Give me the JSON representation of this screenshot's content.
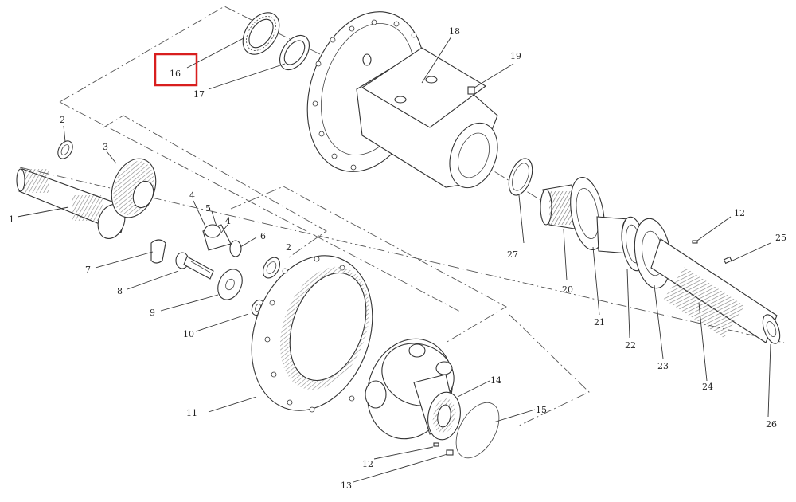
{
  "diagram": {
    "highlight_color": "#d81e1e",
    "highlighted_part": "16",
    "parts": [
      {
        "id": "p1",
        "label": "1"
      },
      {
        "id": "p2a",
        "label": "2"
      },
      {
        "id": "p2b",
        "label": "2"
      },
      {
        "id": "p3",
        "label": "3"
      },
      {
        "id": "p4a",
        "label": "4"
      },
      {
        "id": "p4b",
        "label": "4"
      },
      {
        "id": "p5",
        "label": "5"
      },
      {
        "id": "p6",
        "label": "6"
      },
      {
        "id": "p7",
        "label": "7"
      },
      {
        "id": "p8",
        "label": "8"
      },
      {
        "id": "p9",
        "label": "9"
      },
      {
        "id": "p10",
        "label": "10"
      },
      {
        "id": "p11",
        "label": "11"
      },
      {
        "id": "p12a",
        "label": "12"
      },
      {
        "id": "p12b",
        "label": "12"
      },
      {
        "id": "p13",
        "label": "13"
      },
      {
        "id": "p14",
        "label": "14"
      },
      {
        "id": "p15",
        "label": "15"
      },
      {
        "id": "p16",
        "label": "16"
      },
      {
        "id": "p17",
        "label": "17"
      },
      {
        "id": "p18",
        "label": "18"
      },
      {
        "id": "p19",
        "label": "19"
      },
      {
        "id": "p20",
        "label": "20"
      },
      {
        "id": "p21",
        "label": "21"
      },
      {
        "id": "p22",
        "label": "22"
      },
      {
        "id": "p23",
        "label": "23"
      },
      {
        "id": "p24",
        "label": "24"
      },
      {
        "id": "p25",
        "label": "25"
      },
      {
        "id": "p26",
        "label": "26"
      },
      {
        "id": "p27",
        "label": "27"
      }
    ]
  }
}
